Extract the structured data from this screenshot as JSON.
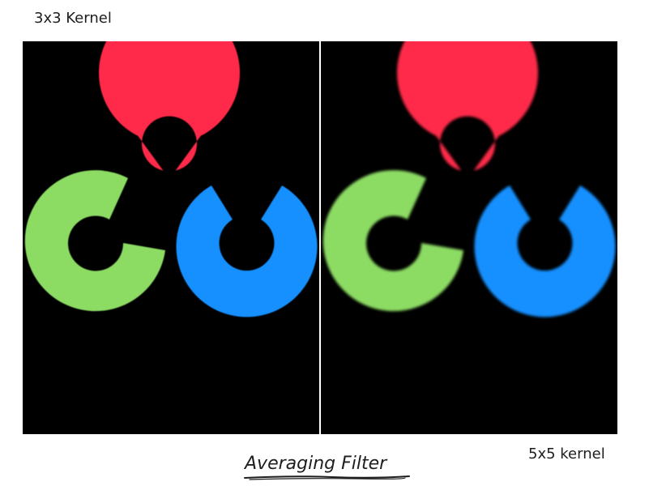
{
  "labels": {
    "top_left": "3x3 Kernel",
    "bottom_right": "5x5 kernel",
    "title": "Averaging Filter"
  },
  "panels": [
    {
      "kernel": "3x3",
      "blur_std": 0.6
    },
    {
      "kernel": "5x5",
      "blur_std": 1.6
    }
  ],
  "colors": {
    "background": "#ffffff",
    "panel_background": "#000000",
    "red": "#ff2b48",
    "green": "#8cdc64",
    "blue": "#1390ff",
    "text": "#1e1e1e"
  },
  "icons": [
    "opencv-logo"
  ]
}
